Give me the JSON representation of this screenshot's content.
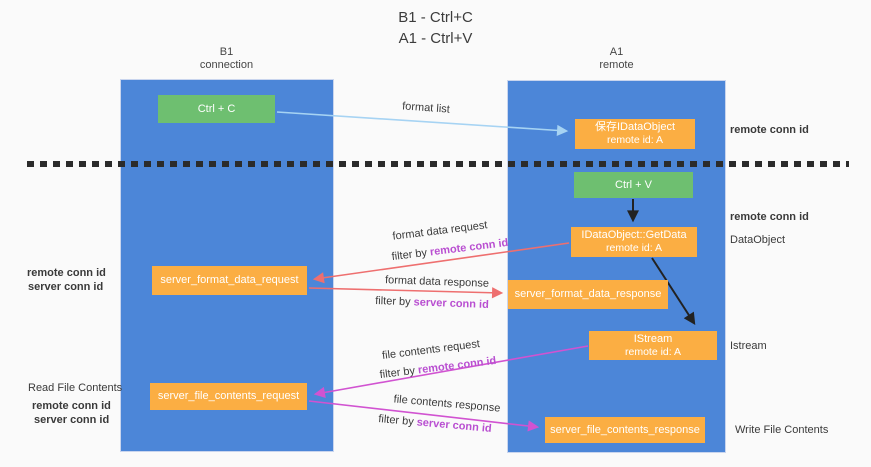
{
  "title": {
    "line1": "B1 - Ctrl+C",
    "line2": "A1 - Ctrl+V"
  },
  "lanes": {
    "left": {
      "title": "B1",
      "subtitle": "connection"
    },
    "right": {
      "title": "A1",
      "subtitle": "remote"
    }
  },
  "nodes": {
    "ctrl_c": {
      "label": "Ctrl + C"
    },
    "ctrl_v": {
      "label": "Ctrl + V"
    },
    "save_idataobject": {
      "line1": "保存IDataObject",
      "line2": "remote id: A"
    },
    "idataobject_getdata": {
      "line1": "IDataObject::GetData",
      "line2": "remote id: A"
    },
    "istream": {
      "line1": "IStream",
      "line2": "remote id: A"
    },
    "server_format_data_request": {
      "label": "server_format_data_request"
    },
    "server_format_data_response": {
      "label": "server_format_data_response"
    },
    "server_file_contents_request": {
      "label": "server_file_contents_request"
    },
    "server_file_contents_response": {
      "label": "server_file_contents_response"
    }
  },
  "edge_labels": {
    "format_list": "format list",
    "format_data_request": "format data request",
    "format_data_response": "format data response",
    "file_contents_request": "file contents request",
    "file_contents_response": "file contents response",
    "filter_by": "filter by",
    "remote_conn_id": "remote conn id",
    "server_conn_id": "server conn id"
  },
  "side_labels": {
    "remote_conn_id": "remote conn id",
    "server_conn_id": "server conn id",
    "dataobject": "DataObject",
    "istream": "Istream",
    "read_file_contents": "Read File Contents",
    "write_file_contents": "Write File Contents"
  },
  "colors": {
    "lane_blue": "#4c86d8",
    "box_green": "#6ebf70",
    "box_orange": "#fbae43",
    "arrow_light_blue": "#a6d3f3",
    "arrow_salmon": "#ee6f6f",
    "arrow_magenta": "#d153d1",
    "arrow_black": "#222222",
    "dashed_line": "#2b2b2b",
    "text_magenta": "#b94fd1",
    "text_green": "#56b356"
  }
}
